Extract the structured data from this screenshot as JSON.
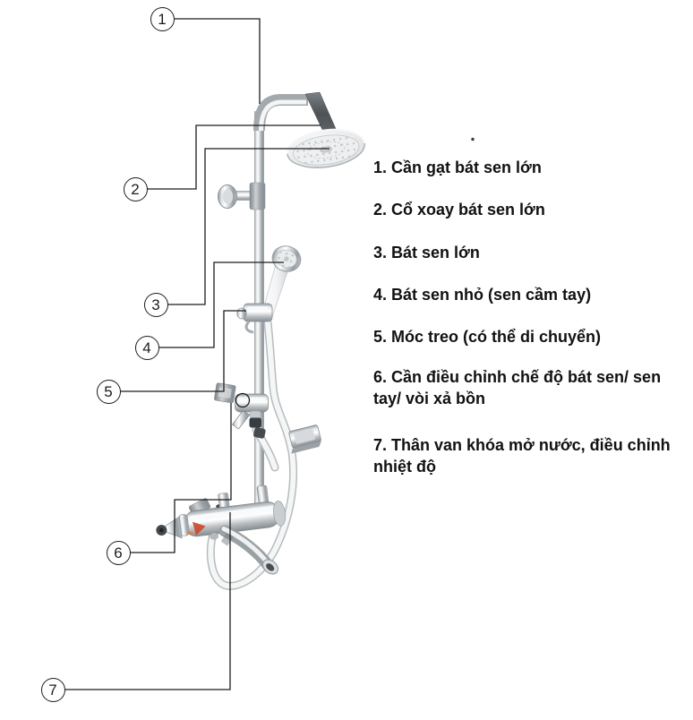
{
  "colors": {
    "background": "#ffffff",
    "leader_line": "#1c1c1c",
    "legend_text": "#111111",
    "chrome_light": "#f5f6f7",
    "chrome_mid": "#c6cbce",
    "chrome_dark": "#8e959a",
    "hose_white": "#f5f6f6",
    "valve_red_mark": "#c94a2c",
    "valve_orange_mark": "#e2823f"
  },
  "callouts": [
    {
      "number": "1",
      "points_to": "shower-arm"
    },
    {
      "number": "2",
      "points_to": "head-swivel-connector"
    },
    {
      "number": "3",
      "points_to": "rain-shower-head"
    },
    {
      "number": "4",
      "points_to": "hand-shower"
    },
    {
      "number": "5",
      "points_to": "slider-holder"
    },
    {
      "number": "6",
      "points_to": "diverter-lever"
    },
    {
      "number": "7",
      "points_to": "thermostatic-valve-body"
    }
  ],
  "legend": {
    "items": [
      {
        "text": "1. Cần gạt bát sen lớn"
      },
      {
        "text": "2. Cổ xoay bát sen lớn"
      },
      {
        "text": "3. Bát sen lớn"
      },
      {
        "text": "4. Bát sen nhỏ (sen cầm tay)"
      },
      {
        "text": "5. Móc treo (có thể di chuyển)"
      },
      {
        "text": "6. Cần điều chỉnh chế độ bát sen/ sen tay/ vòi xả bồn"
      },
      {
        "text": "7. Thân van khóa mở nước, điều chỉnh nhiệt độ"
      }
    ]
  }
}
